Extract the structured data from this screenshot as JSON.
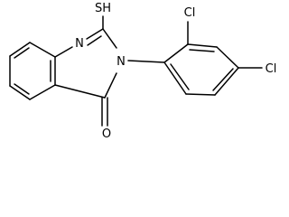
{
  "molecule": {
    "atoms": {
      "sh": "SH",
      "n1": "N",
      "n3": "N",
      "o": "O",
      "cl2": "Cl",
      "cl4": "Cl"
    }
  }
}
